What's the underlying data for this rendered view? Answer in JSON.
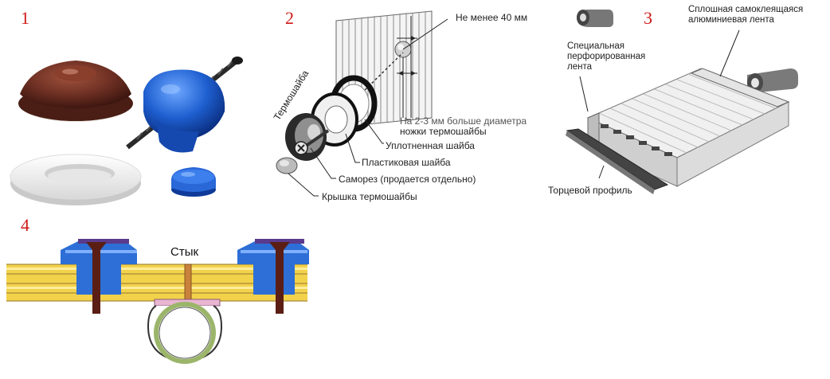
{
  "panels": [
    {
      "number": "1"
    },
    {
      "number": "2",
      "rotated_label": "Термошайба",
      "dim_label": "Не менее 40 мм",
      "hole_note": [
        "На 2-3 мм больше диаметра",
        "ножки термошайбы"
      ],
      "callouts": [
        "Уплотненная шайба",
        "Пластиковая шайба",
        "Саморез (продается отдельно)",
        "Крышка термошайбы"
      ]
    },
    {
      "number": "3",
      "label_perforated": [
        "Специальная",
        "перфорированная",
        "лента"
      ],
      "label_aluminum": [
        "Сплошная самоклеящаяся",
        "алюминиевая лента"
      ],
      "label_profile": "Торцевой профиль"
    },
    {
      "number": "4",
      "joint_label": "Стык"
    }
  ],
  "colors": {
    "number_red": "#d01818",
    "washer_brown": "#6b2e22",
    "washer_blue": "#1e5fd0",
    "white_ring": "#f2f2f2",
    "sheet_yellow": "#f2d24a",
    "cap_blue": "#2d6fd6",
    "cap_purple": "#5a3a8c",
    "joint_orange": "#c8823c",
    "profile_green": "#9bb56a"
  }
}
